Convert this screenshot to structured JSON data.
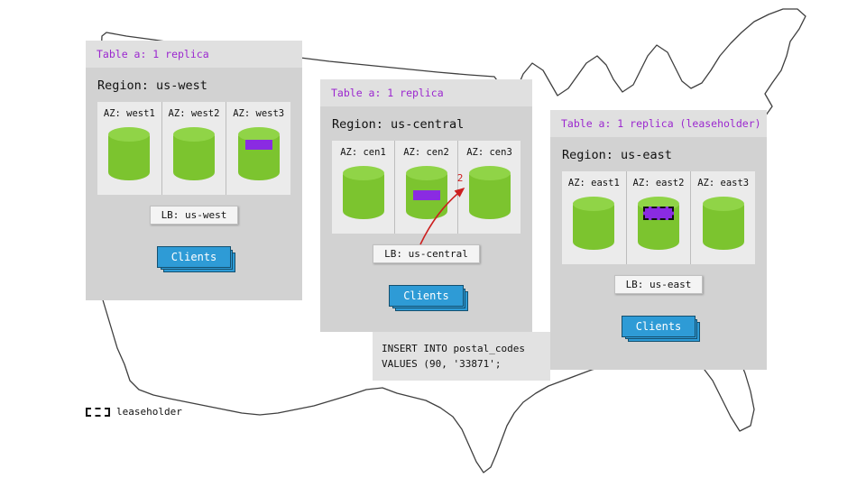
{
  "colors": {
    "purple_text": "#9b27cf",
    "replica_fill": "#8a2be2",
    "cylinder": "#7cc42f",
    "cylinder_top": "#90d447",
    "clients_blue": "#2e9bd6",
    "arrow_red": "#cc1f1f"
  },
  "regions": [
    {
      "table_label": "Table a: 1 replica",
      "region_label": "Region: us-west",
      "lb_label": "LB: us-west",
      "clients_label": "Clients",
      "azs": [
        {
          "label": "AZ: west1",
          "replica": false,
          "leaseholder": false
        },
        {
          "label": "AZ: west2",
          "replica": false,
          "leaseholder": false
        },
        {
          "label": "AZ: west3",
          "replica": true,
          "leaseholder": false
        }
      ]
    },
    {
      "table_label": "Table a: 1 replica",
      "region_label": "Region: us-central",
      "lb_label": "LB: us-central",
      "clients_label": "Clients",
      "azs": [
        {
          "label": "AZ: cen1",
          "replica": false,
          "leaseholder": false
        },
        {
          "label": "AZ: cen2",
          "replica": true,
          "leaseholder": false
        },
        {
          "label": "AZ: cen3",
          "replica": false,
          "leaseholder": false
        }
      ]
    },
    {
      "table_label": "Table a: 1 replica (leaseholder)",
      "region_label": "Region: us-east",
      "lb_label": "LB: us-east",
      "clients_label": "Clients",
      "azs": [
        {
          "label": "AZ: east1",
          "replica": false,
          "leaseholder": false
        },
        {
          "label": "AZ: east2",
          "replica": true,
          "leaseholder": true
        },
        {
          "label": "AZ: east3",
          "replica": false,
          "leaseholder": false
        }
      ]
    }
  ],
  "sql_note": {
    "line1": "INSERT INTO postal_codes",
    "line2": "VALUES (90, '33871';"
  },
  "arrow": {
    "label": "2"
  },
  "legend": {
    "label": "leaseholder"
  }
}
